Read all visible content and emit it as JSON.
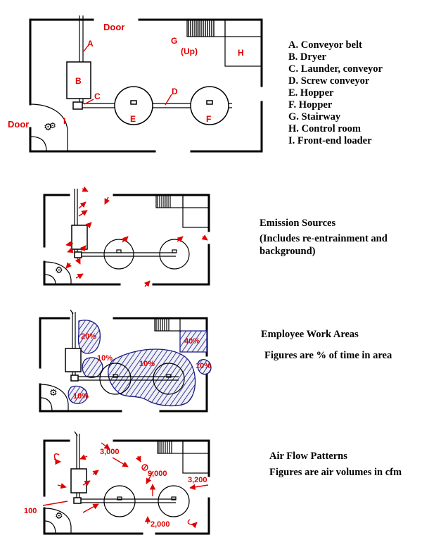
{
  "panel1": {
    "labels": {
      "door_top": "Door",
      "door_left": "Door",
      "a": "A",
      "b": "B",
      "c": "C",
      "d": "D",
      "e": "E",
      "f": "F",
      "g": "G",
      "g_up": "(Up)",
      "h": "H",
      "i": "I"
    },
    "legend": [
      "A. Conveyor belt",
      "B. Dryer",
      "C. Launder, conveyor",
      "D. Screw conveyor",
      "E. Hopper",
      "F. Hopper",
      "G. Stairway",
      "H. Control room",
      "I. Front-end loader"
    ]
  },
  "panel2": {
    "caption_line1": "Emission Sources",
    "caption_line2": "(Includes re-entrainment and",
    "caption_line3": "background)"
  },
  "panel3": {
    "caption_line1": "Employee Work Areas",
    "caption_line2": "Figures are % of time in area",
    "areas": {
      "dryer_top": "20%",
      "control_room": "40%",
      "conveyor": "10%",
      "hoppers": "10%",
      "right_door": "10%",
      "loader": "10%"
    }
  },
  "panel4": {
    "caption_line1": "Air Flow Patterns",
    "caption_line2": "Figures are air volumes in cfm",
    "volumes": {
      "top": "3,000",
      "center": "9,000",
      "right": "3,200",
      "left": "100",
      "bottom": "2,000"
    }
  },
  "colors": {
    "annotation": "#e00000",
    "hatch_outline": "#1a1a80"
  }
}
